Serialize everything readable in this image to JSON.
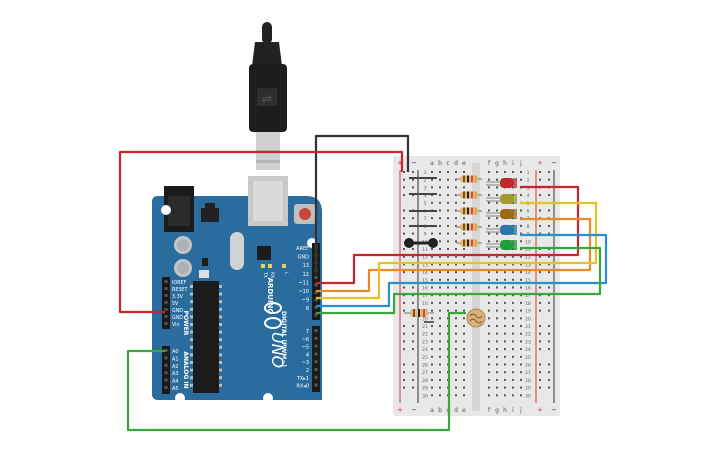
{
  "arduino": {
    "brand": "ARDUINO",
    "model": "UNO",
    "power_header": "POWER",
    "analog_header": "ANALOG IN",
    "digital_header": "DIGITAL (PWM~)",
    "power_pins": [
      "IOREF",
      "RESET",
      "3.3V",
      "5V",
      "GND",
      "GND",
      "Vin"
    ],
    "analog_pins": [
      "A0",
      "A1",
      "A2",
      "A3",
      "A4",
      "A5"
    ],
    "top_digital_pins": [
      "AREF",
      "GND",
      "13",
      "12",
      "~11",
      "~10",
      "~9",
      "8"
    ],
    "bottom_digital_pins": [
      "7",
      "~6",
      "~5",
      "4",
      "~3",
      "2",
      "TX▸1",
      "RX◂0"
    ],
    "led_labels": [
      "TX",
      "RX",
      "L"
    ],
    "board_color": "#2a6c9e"
  },
  "breadboard": {
    "col_letters_left": [
      "a",
      "b",
      "c",
      "d",
      "e"
    ],
    "col_letters_right": [
      "f",
      "g",
      "h",
      "i",
      "j"
    ],
    "rail_plus": "+",
    "rail_minus": "−",
    "row_numbers": [
      "1",
      "2",
      "3",
      "4",
      "5",
      "6",
      "7",
      "8",
      "9",
      "10",
      "11",
      "12",
      "13",
      "14",
      "15",
      "16",
      "17",
      "18",
      "19",
      "20",
      "21",
      "22",
      "23",
      "24",
      "25",
      "26",
      "27",
      "28",
      "29",
      "30"
    ]
  },
  "leds": [
    {
      "color": "#c0272d",
      "row": "3"
    },
    {
      "color": "#a39a2e",
      "row": "5"
    },
    {
      "color": "#9b6a16",
      "row": "7"
    },
    {
      "color": "#2878a8",
      "row": "9"
    },
    {
      "color": "#1f9e3b",
      "row": "10"
    }
  ],
  "wires": {
    "black": "#333333",
    "red": "#c8262c",
    "orange": "#e8892a",
    "yellow": "#e4c21f",
    "blue": "#2a8fd0",
    "green": "#3aa63a"
  }
}
